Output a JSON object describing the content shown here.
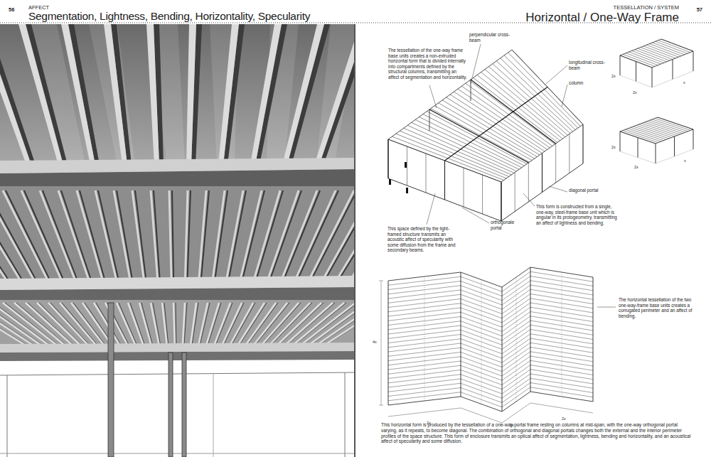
{
  "diagram": {
    "title": "Horizontal / One-Way Frame",
    "caption": "This horizontal form is produced by the tessellation of a one-way portal frame resting on columns at mid-span, with the one-way orthogonal portal varying, as it repeats, to become diagonal. The combination of orthogonal and diagonal portals changes both the external and the interior perimeter profiles of the space structure. This form of enclosure transmits an optical affect of segmentation, lightness, bending and horizontality, and an acoustical affect of specularity and some diffusion.",
    "labels": [
      "56",
      "AFFECT",
      "Segmentation, Lightness, Bending, Horizontality, Specularity",
      "57",
      "TESSELLATION / SYSTEM",
      "The tessellation of the one-way frame base units creates a non-extruded horizontal form that is divided internally into compartments defined by the structural columns, transmitting an affect of segmentation and horizontality.",
      "perpendicular cross-beam",
      "longitudinal cross-beam",
      "column",
      "diagonal portal",
      "This form is constructed from a single, one-way, steel-frame base unit which is angular in its protogeometry, transmitting an affect of lightness and bending.",
      "orthogonale portal",
      "This space defined by the light-framed structure transmits an acoustic affect of specularity with some diffusion from the frame and secondary beams.",
      "The horizontal tessellation of the two one-way-frame base units creates a corrugated perimeter and an affect of bending.",
      "2x",
      "2x",
      "x",
      "2x",
      "2x",
      "x",
      "4x",
      "2x",
      "2x",
      "2x"
    ]
  }
}
